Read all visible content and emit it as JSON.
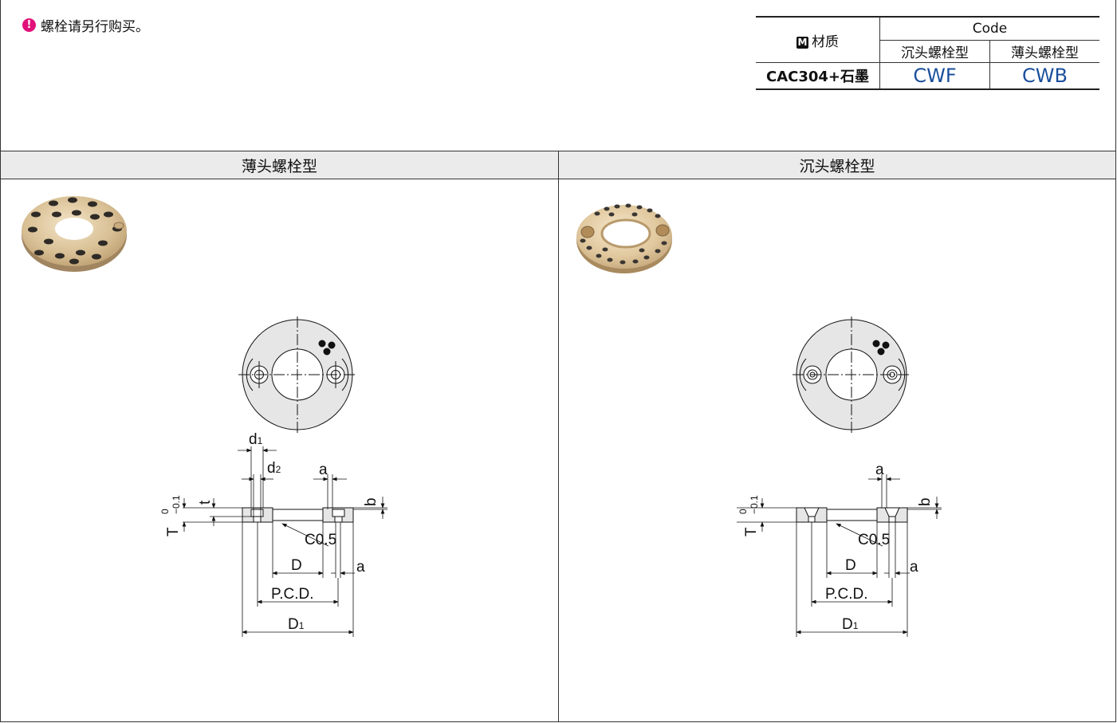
{
  "note": {
    "icon": "exclamation-icon",
    "text": "螺栓请另行购买。"
  },
  "spec_table": {
    "material_header": "材质",
    "material_badge": "M",
    "code_header": "Code",
    "col_countersunk": "沉头螺栓型",
    "col_thin": "薄头螺栓型",
    "material": "CAC304+石墨",
    "code_countersunk": "CWF",
    "code_thin": "CWB"
  },
  "panels": {
    "left_title": "薄头螺栓型",
    "right_title": "沉头螺栓型"
  },
  "dims": {
    "d1": "d",
    "d1_sub": "1",
    "d2": "d",
    "d2_sub": "2",
    "a": "a",
    "b": "b",
    "t": "t",
    "T": "T",
    "tol_upper": "0",
    "tol_lower": "−0.1",
    "c05": "C0.5",
    "D": "D",
    "pcd": "P.C.D.",
    "D1": "D",
    "D1_sub": "1"
  },
  "colors": {
    "accent_badge": "#e0127a",
    "code_text": "#1a4f9c",
    "panel_header": "#ebebeb"
  }
}
